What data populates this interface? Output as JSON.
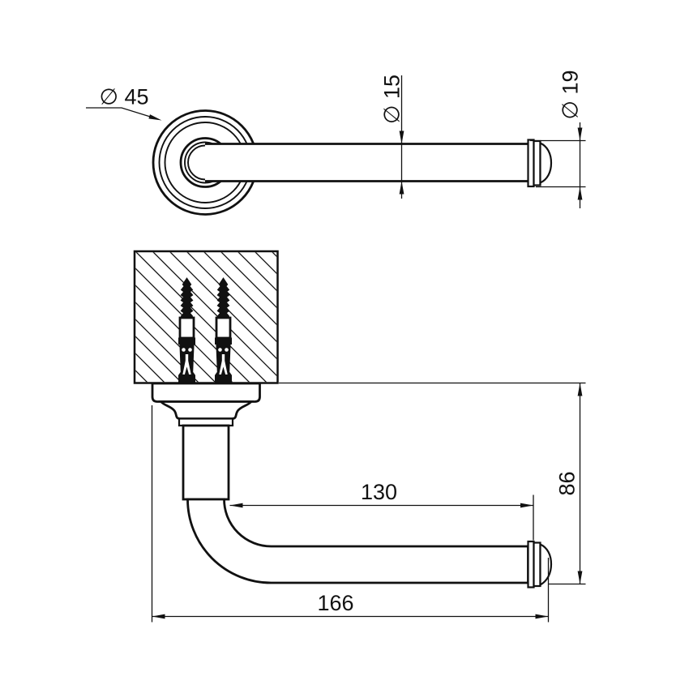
{
  "colors": {
    "line_color": "#111111",
    "background": "#ffffff"
  },
  "drawing": {
    "views": {
      "top_view": {
        "dimensions": {
          "flange_diameter": {
            "label": "∅ 45",
            "value": 45
          },
          "bar_diameter": {
            "label": "∅ 15",
            "value": 15
          },
          "end_cap_diameter": {
            "label": "∅ 19",
            "value": 19
          }
        }
      },
      "front_view": {
        "dimensions": {
          "arm_inner_length": {
            "label": "130",
            "value": 130
          },
          "drop_height": {
            "label": "86",
            "value": 86
          },
          "overall_length": {
            "label": "166",
            "value": 166
          }
        }
      }
    }
  }
}
